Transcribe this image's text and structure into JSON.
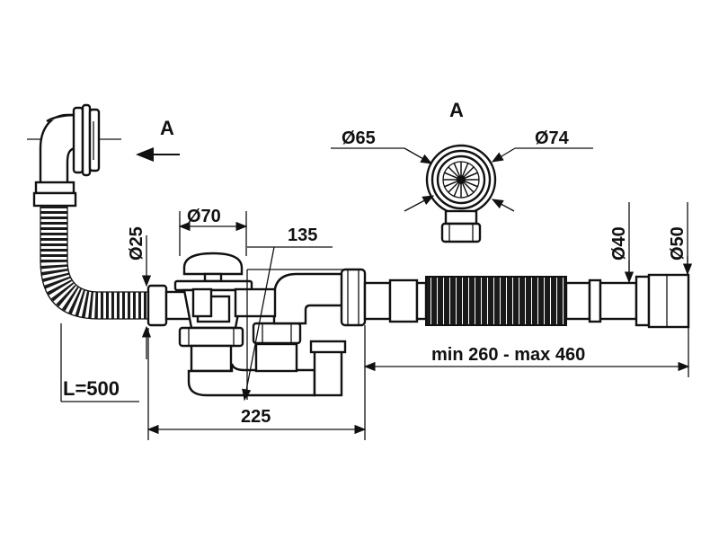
{
  "labels": {
    "view_a_arrow": "A",
    "view_a_title": "A",
    "d65": "Ø65",
    "d74": "Ø74",
    "d70": "Ø70",
    "d25": "Ø25",
    "d40": "Ø40",
    "d50": "Ø50",
    "dim135": "135",
    "dim225": "225",
    "hose_length": "L=500",
    "range": "min 260 - max 460"
  },
  "colors": {
    "line": "#111111",
    "background": "#ffffff"
  }
}
